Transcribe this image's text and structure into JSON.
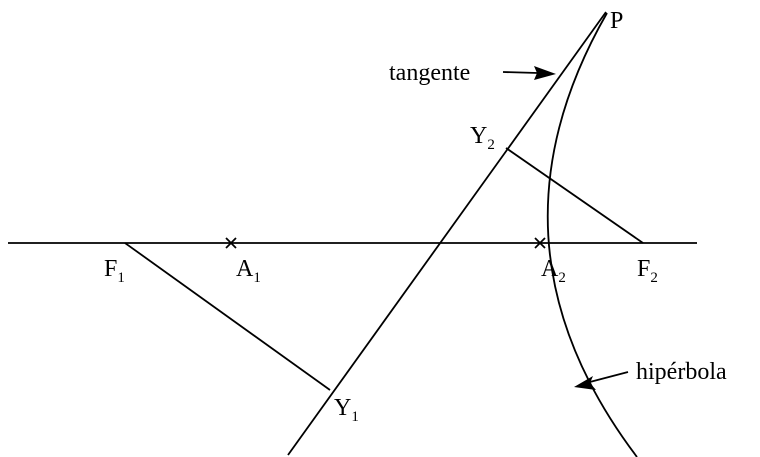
{
  "diagram": {
    "labels": {
      "p": "P",
      "tangent": "tangente",
      "hyperbola": "hipérbola",
      "f1_main": "F",
      "f1_sub": "1",
      "f2_main": "F",
      "f2_sub": "2",
      "a1_main": "A",
      "a1_sub": "1",
      "a2_main": "A",
      "a2_sub": "2",
      "y1_main": "Y",
      "y1_sub": "1",
      "y2_main": "Y",
      "y2_sub": "2"
    },
    "colors": {
      "ink": "#000000",
      "background": "#ffffff"
    }
  }
}
